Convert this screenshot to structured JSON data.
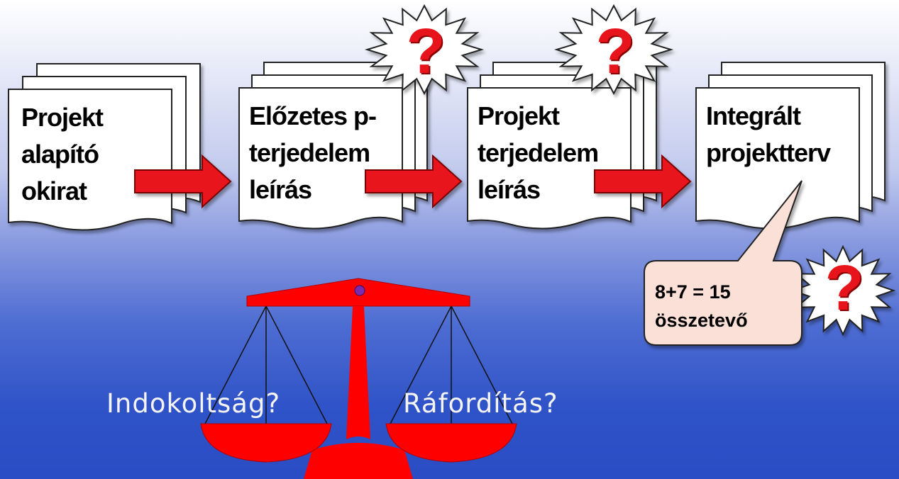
{
  "documents": [
    {
      "lines": [
        "Projekt",
        "alapító",
        "okirat"
      ]
    },
    {
      "lines": [
        "Előzetes p-",
        "terjedelem",
        "leírás"
      ]
    },
    {
      "lines": [
        "Projekt",
        "terjedelem",
        "leírás"
      ]
    },
    {
      "lines": [
        "Integrált",
        "projektterv"
      ]
    }
  ],
  "question_mark": "?",
  "callout": {
    "lines": [
      "8+7 = 15",
      "összetevő"
    ]
  },
  "scale": {
    "left_label": "Indokoltság?",
    "right_label": "Ráfordítás?"
  },
  "colors": {
    "arrow": "#e8141c",
    "question_mark": "#e8141c",
    "scale": "#ff0000",
    "callout_fill": "#fbe0d8",
    "label_text": "#f4f4f4"
  }
}
